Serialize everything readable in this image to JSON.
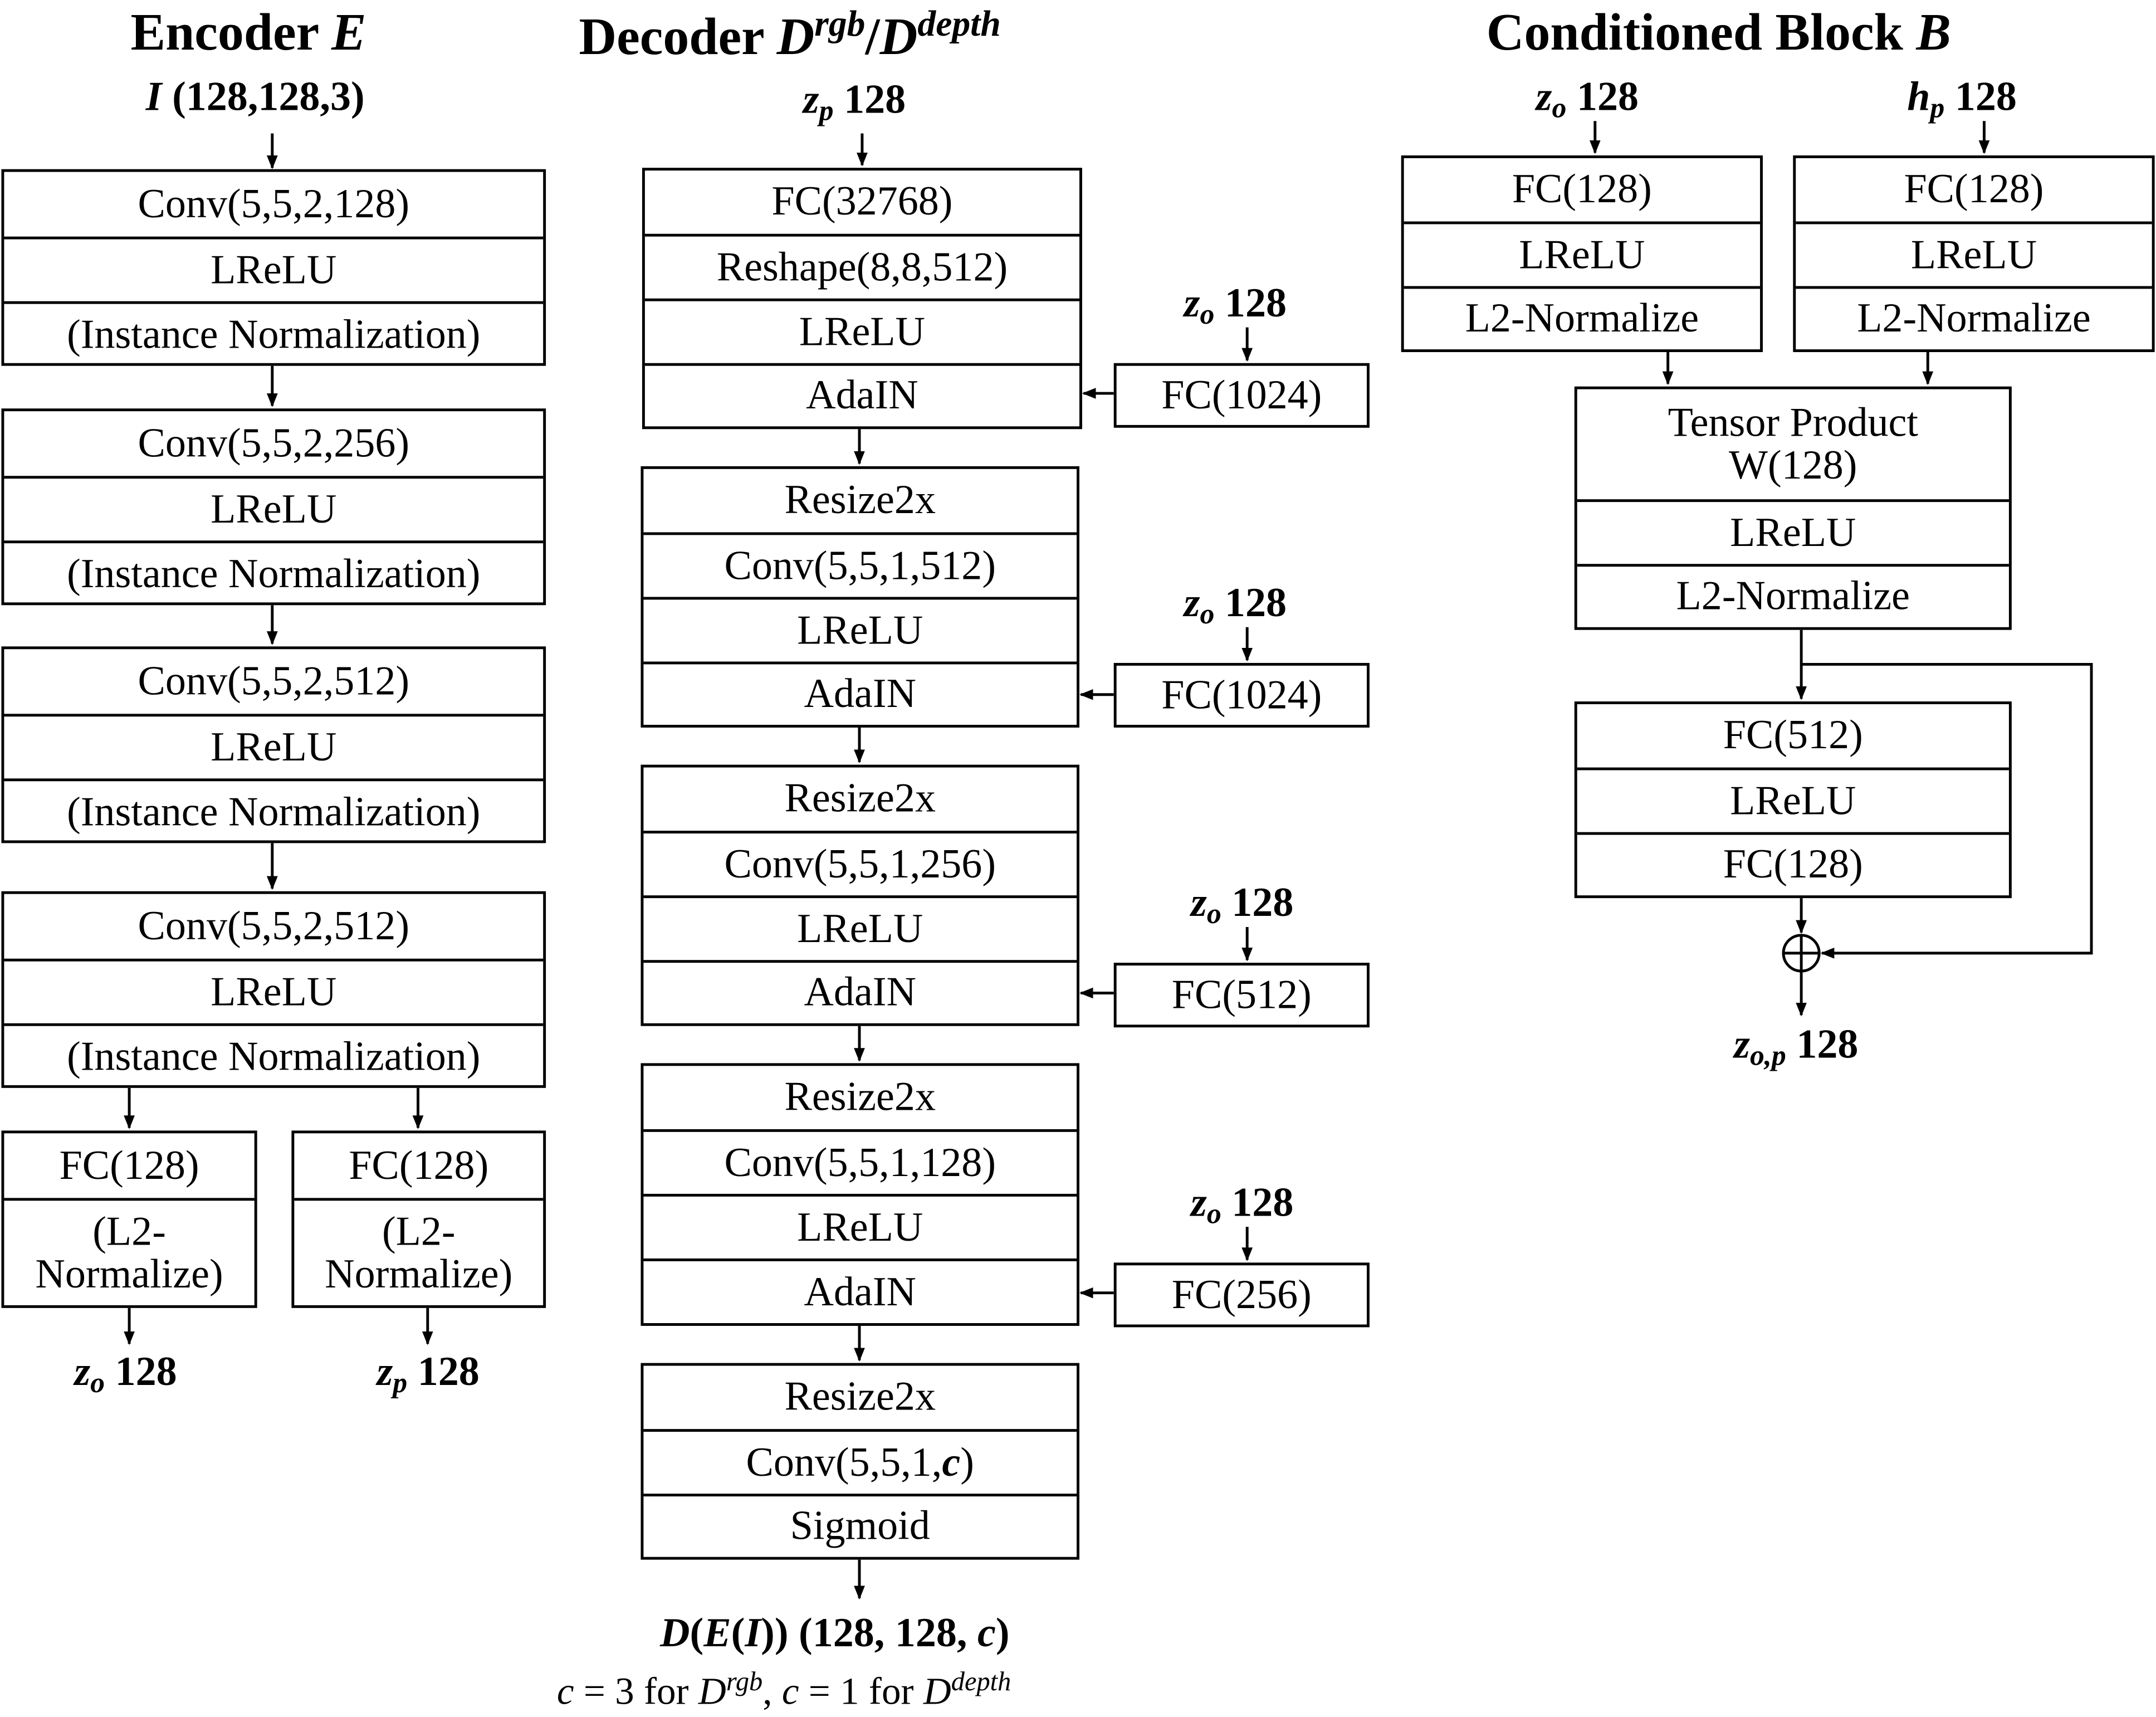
{
  "titles": {
    "encoder": "Encoder",
    "encoder_symbol": "E",
    "decoder": "Decoder",
    "decoder_symbol_1": "D",
    "decoder_sup_1": "rgb",
    "decoder_slash": "/",
    "decoder_symbol_2": "D",
    "decoder_sup_2": "depth",
    "block": "Conditioned Block",
    "block_symbol": "B"
  },
  "encoder": {
    "input_symbol": "I",
    "input_shape": "(128,128,3)",
    "blocks": [
      [
        "Conv(5,5,2,128)",
        "LReLU",
        "(Instance Normalization)"
      ],
      [
        "Conv(5,5,2,256)",
        "LReLU",
        "(Instance Normalization)"
      ],
      [
        "Conv(5,5,2,512)",
        "LReLU",
        "(Instance Normalization)"
      ],
      [
        "Conv(5,5,2,512)",
        "LReLU",
        "(Instance Normalization)"
      ]
    ],
    "heads": [
      {
        "fc": "FC(128)",
        "norm_1": "(L2-",
        "norm_2": "Normalize)",
        "out_var": "z",
        "out_sub": "o",
        "out_dim": "128"
      },
      {
        "fc": "FC(128)",
        "norm_1": "(L2-",
        "norm_2": "Normalize)",
        "out_var": "z",
        "out_sub": "p",
        "out_dim": "128"
      }
    ]
  },
  "decoder": {
    "input_var": "z",
    "input_sub": "p",
    "input_dim": "128",
    "first_block": [
      "FC(32768)",
      "Reshape(8,8,512)",
      "LReLU",
      "AdaIN"
    ],
    "blocks": [
      [
        "Resize2x",
        "Conv(5,5,1,512)",
        "LReLU",
        "AdaIN"
      ],
      [
        "Resize2x",
        "Conv(5,5,1,256)",
        "LReLU",
        "AdaIN"
      ],
      [
        "Resize2x",
        "Conv(5,5,1,128)",
        "LReLU",
        "AdaIN"
      ]
    ],
    "last_block": {
      "resize": "Resize2x",
      "conv_prefix": "Conv(5,5,1,",
      "conv_var": "c",
      "conv_suffix": ")",
      "act": "Sigmoid"
    },
    "side": [
      {
        "var": "z",
        "sub": "o",
        "dim": "128",
        "fc": "FC(1024)"
      },
      {
        "var": "z",
        "sub": "o",
        "dim": "128",
        "fc": "FC(1024)"
      },
      {
        "var": "z",
        "sub": "o",
        "dim": "128",
        "fc": "FC(512)"
      },
      {
        "var": "z",
        "sub": "o",
        "dim": "128",
        "fc": "FC(256)"
      }
    ],
    "output": {
      "d": "D",
      "e": "E",
      "i": "I",
      "shape_prefix": "(128, 128, ",
      "shape_var": "c",
      "shape_suffix": ")",
      "note_c1": "c",
      "note_eq1": " = 3 for ",
      "note_d1": "D",
      "note_sup1": "rgb",
      "note_sep": ", ",
      "note_c2": "c",
      "note_eq2": " = 1 for ",
      "note_d2": "D",
      "note_sup2": "depth"
    }
  },
  "block": {
    "input_left": {
      "var": "z",
      "sub": "o",
      "dim": "128"
    },
    "input_right": {
      "var": "h",
      "sub": "p",
      "dim": "128"
    },
    "left_stack": [
      "FC(128)",
      "LReLU",
      "L2-Normalize"
    ],
    "right_stack": [
      "FC(128)",
      "LReLU",
      "L2-Normalize"
    ],
    "tensor_1": "Tensor Product",
    "tensor_2": "W(128)",
    "tensor_act": "LReLU",
    "tensor_norm": "L2-Normalize",
    "res_stack": [
      "FC(512)",
      "LReLU",
      "FC(128)"
    ],
    "sum_symbol": "⊕",
    "output": {
      "var": "z",
      "sub": "o,p",
      "dim": "128"
    }
  }
}
